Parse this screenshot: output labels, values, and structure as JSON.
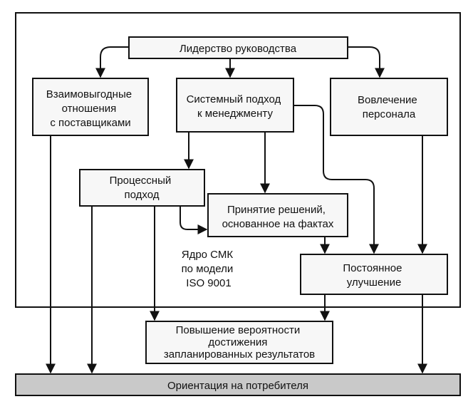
{
  "nodes": {
    "leadership": "Лидерство руководства",
    "suppliers": [
      "Взаимовыгодные",
      "отношения",
      "с поставщиками"
    ],
    "system": [
      "Системный подход",
      "к менеджменту"
    ],
    "personnel": [
      "Вовлечение",
      "персонала"
    ],
    "process": [
      "Процессный",
      "подход"
    ],
    "decisions": [
      "Принятие решений,",
      "основанное на фактах"
    ],
    "improvement": [
      "Постоянное",
      "улучшение"
    ],
    "results": [
      "Повышение вероятности",
      "достижения",
      "запланированных результатов"
    ],
    "customer": "Ориентация на потребителя"
  },
  "core_label": [
    "Ядро СМК",
    "по модели",
    "ISO 9001"
  ],
  "colors": {
    "line": "#111111",
    "box_fill": "#f7f7f7",
    "customer_bar": "#c9c9c9",
    "frame": "#111111"
  }
}
